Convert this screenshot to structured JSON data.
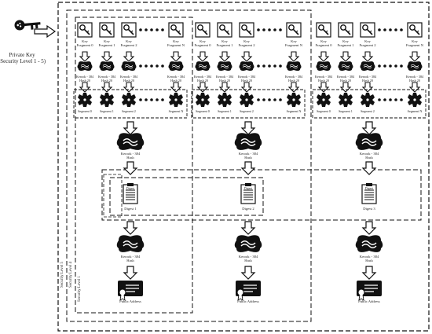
{
  "private_key": {
    "label": "Private Key\n(Security Level 1 - 5)",
    "icon": "key-icon"
  },
  "security_levels": [
    "Security Level 5",
    "Security Level 4",
    "Security Level 1"
  ],
  "fragments": [
    "Key\nFragment 0",
    "Key\nFragment 1",
    "Key\nFragment 2",
    "Key\nFragment N"
  ],
  "fragment_hash_label": "Kerook - 384\nHash 20",
  "segments": [
    "Segment 0",
    "Segment 1",
    "Segment 2",
    "Segment N"
  ],
  "combine_hash_label": "Kerook - 384\nHash",
  "digest_title": "Digest",
  "digests": [
    "Digest 1",
    "Digest 2",
    "Digest 3"
  ],
  "final_hash_label": "Kerook - 384\nHash",
  "public_address_label": "Public Address",
  "colors": {
    "stroke": "#111111",
    "fill": "#111111",
    "background": "#ffffff"
  }
}
